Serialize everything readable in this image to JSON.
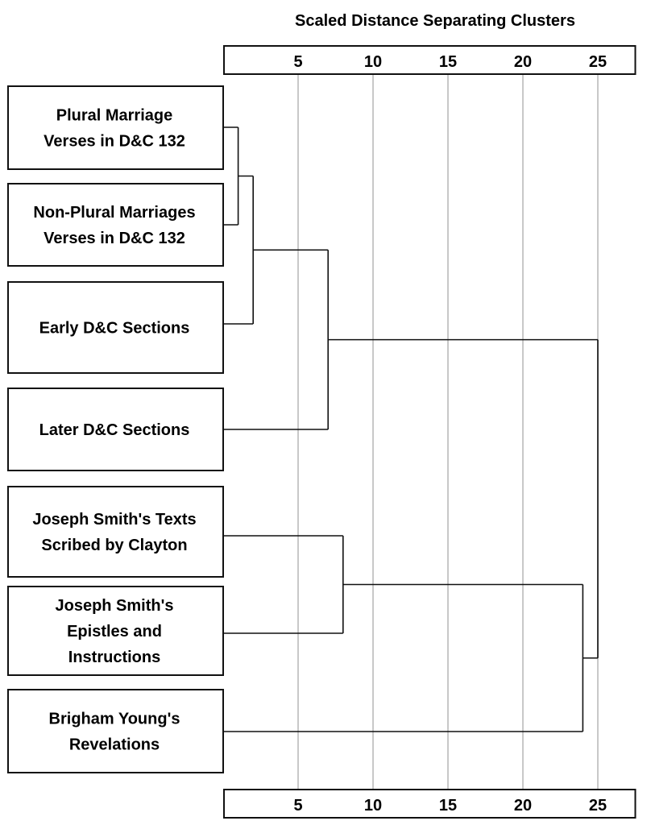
{
  "chart_data": {
    "type": "dendrogram",
    "title": "Scaled Distance Separating Clusters",
    "xlim": [
      0,
      27.5
    ],
    "ticks": [
      5,
      10,
      15,
      20,
      25
    ],
    "grid": true,
    "leaves": [
      {
        "id": "plural",
        "label": [
          "Plural Marriage",
          "Verses in D&C 132"
        ]
      },
      {
        "id": "nonplural",
        "label": [
          "Non-Plural Marriages",
          "Verses in D&C 132"
        ]
      },
      {
        "id": "early",
        "label": [
          "Early D&C Sections"
        ]
      },
      {
        "id": "later",
        "label": [
          "Later D&C Sections"
        ]
      },
      {
        "id": "clayton",
        "label": [
          "Joseph Smith's Texts",
          "Scribed by Clayton"
        ]
      },
      {
        "id": "epistles",
        "label": [
          "Joseph Smith's",
          "Epistles and",
          "Instructions"
        ]
      },
      {
        "id": "brigham",
        "label": [
          "Brigham Young's",
          "Revelations"
        ]
      }
    ],
    "merges": [
      {
        "id": "c1",
        "a": "plural",
        "b": "nonplural",
        "distance": 1
      },
      {
        "id": "c2",
        "a": "c1",
        "b": "early",
        "distance": 2
      },
      {
        "id": "c3",
        "a": "c2",
        "b": "later",
        "distance": 7
      },
      {
        "id": "c4",
        "a": "clayton",
        "b": "epistles",
        "distance": 8
      },
      {
        "id": "c5",
        "a": "c4",
        "b": "brigham",
        "distance": 24
      },
      {
        "id": "c6",
        "a": "c3",
        "b": "c5",
        "distance": 25
      }
    ]
  }
}
